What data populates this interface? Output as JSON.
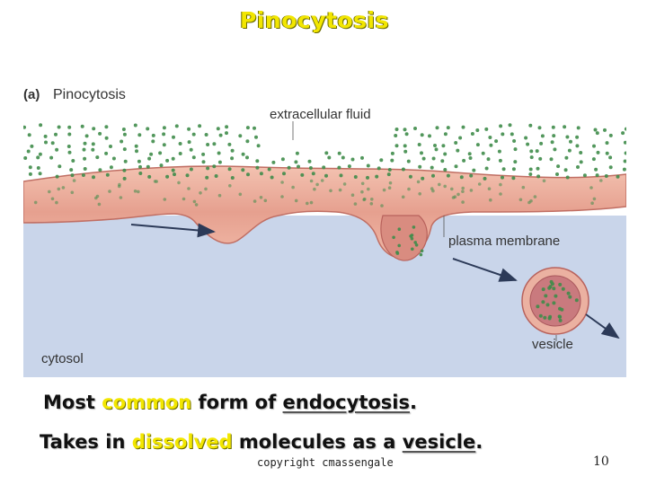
{
  "slide": {
    "title": "Pinocytosis",
    "copyright": "copyright cmassengale",
    "page_number": "10"
  },
  "figure": {
    "panel_letter": "(a)",
    "panel_title": "Pinocytosis",
    "labels": {
      "extracellular": "extracellular fluid",
      "membrane": "plasma membrane",
      "vesicle": "vesicle",
      "cytosol": "cytosol"
    },
    "colors": {
      "extracellular_bg": "#ffffff",
      "cytosol_bg": "#c9d5ea",
      "membrane_fill": "#e9a794",
      "membrane_edge": "#c06e63",
      "particle": "#3f8c4a",
      "arrow": "#2c3a58"
    }
  },
  "text": {
    "line1": {
      "part1": "Most ",
      "highlight": "common",
      "part2": " form of ",
      "underlined": "endocytosis",
      "part3": "."
    },
    "line2": {
      "part1": "Takes in ",
      "highlight": "dissolved",
      "part2": " molecules as a ",
      "underlined": "vesicle",
      "part3": "."
    }
  }
}
